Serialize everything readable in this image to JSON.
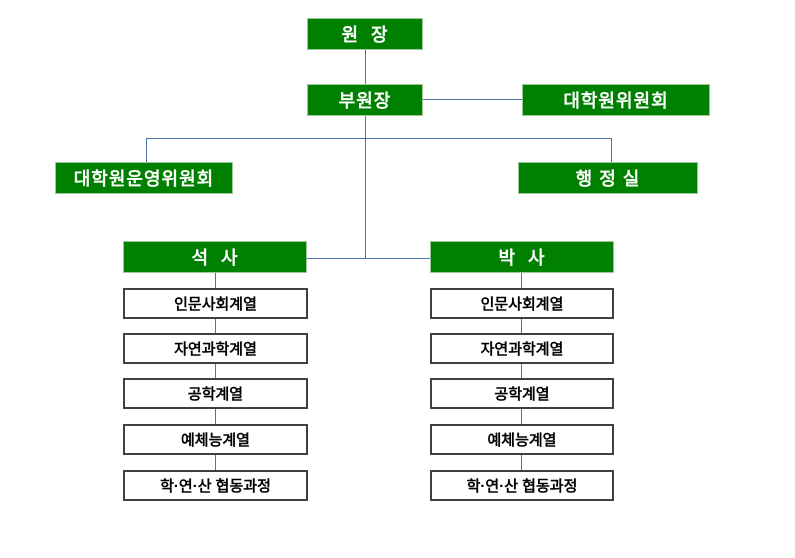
{
  "org_chart": {
    "director": "원  장",
    "vice_director": "부원장",
    "graduate_school_committee": "대학원위원회",
    "graduate_school_operating_committee": "대학원운영위원회",
    "administration_office": "행 정 실",
    "masters": "석  사",
    "doctoral": "박  사",
    "masters_departments": [
      "인문사회계열",
      "자연과학계열",
      "공학계열",
      "예체능계열",
      "학·연·산 협동과정"
    ],
    "doctoral_departments": [
      "인문사회계열",
      "자연과학계열",
      "공학계열",
      "예체능계열",
      "학·연·산 협동과정"
    ]
  },
  "colors": {
    "node_green": "#008000",
    "node_green_edge": "#9dc79d",
    "connector_blue": "#4a74a8",
    "white_box_border": "#404040",
    "node_text_white": "#ffffff",
    "dept_text_black": "#000000"
  }
}
